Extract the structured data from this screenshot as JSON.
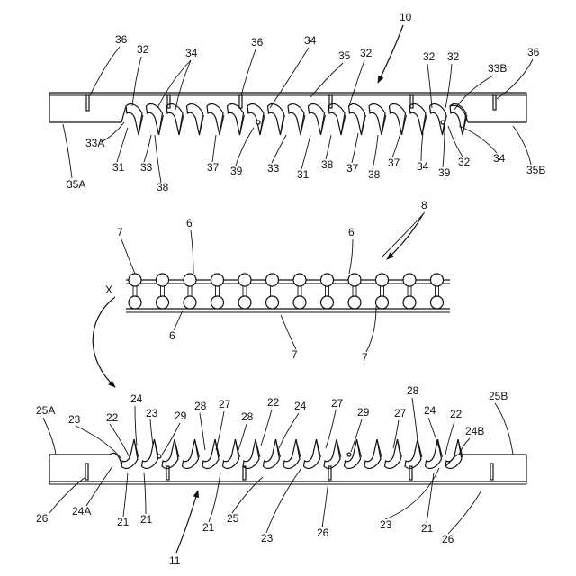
{
  "top": {
    "labels": [
      "36",
      "32",
      "34",
      "36",
      "34",
      "35",
      "32",
      "32",
      "32",
      "33B",
      "36",
      "10",
      "33A",
      "31",
      "33",
      "38",
      "37",
      "39",
      "33",
      "31",
      "38",
      "37",
      "38",
      "37",
      "34",
      "39",
      "32",
      "34",
      "35A",
      "35B"
    ]
  },
  "middle": {
    "labels": [
      "7",
      "6",
      "6",
      "8",
      "X",
      "6",
      "7",
      "7"
    ]
  },
  "bottom": {
    "labels": [
      "25A",
      "23",
      "22",
      "24",
      "23",
      "29",
      "28",
      "27",
      "28",
      "22",
      "24",
      "27",
      "29",
      "28",
      "27",
      "24",
      "22",
      "24B",
      "25B",
      "26",
      "24A",
      "21",
      "21",
      "21",
      "25",
      "23",
      "26",
      "23",
      "21",
      "26",
      "11"
    ]
  }
}
